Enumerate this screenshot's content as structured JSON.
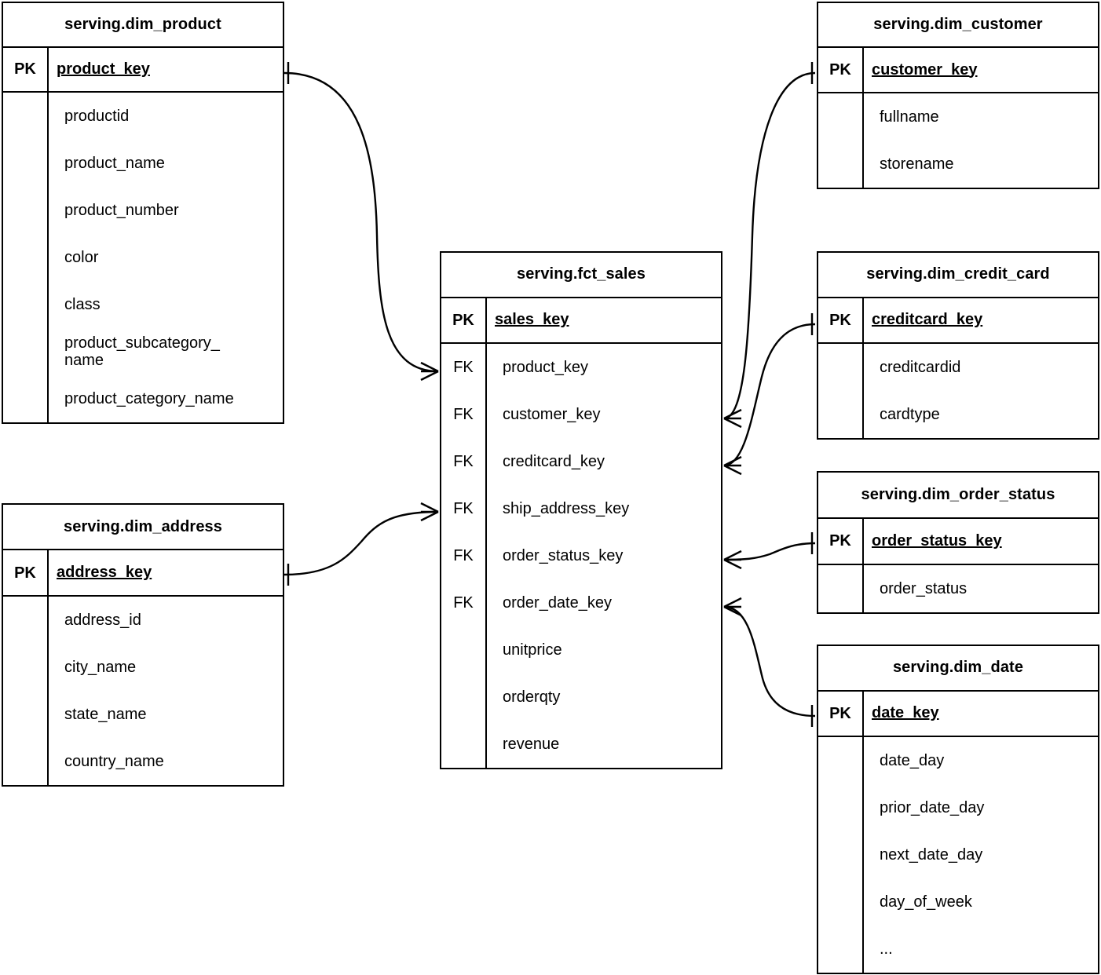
{
  "diagram": {
    "type": "entity-relationship-diagram",
    "notation": "crows-foot",
    "line_color": "#000000",
    "background_color": "#ffffff",
    "text_color": "#000000"
  },
  "entities": [
    {
      "id": "dim_product",
      "title": "serving.dim_product",
      "pk_tag": "PK",
      "pk_field": "product_key",
      "fields": [
        "productid",
        "product_name",
        "product_number",
        "color",
        "class",
        "product_subcategory_\nname",
        "product_category_name"
      ]
    },
    {
      "id": "dim_address",
      "title": "serving.dim_address",
      "pk_tag": "PK",
      "pk_field": "address_key",
      "fields": [
        "address_id",
        "city_name",
        "state_name",
        "country_name"
      ]
    },
    {
      "id": "fct_sales",
      "title": "serving.fct_sales",
      "pk_tag": "PK",
      "pk_field": "sales_key",
      "fk_tag": "FK",
      "fields": [
        "product_key",
        "customer_key",
        "creditcard_key",
        "ship_address_key",
        "order_status_key",
        "order_date_key",
        "unitprice",
        "orderqty",
        "revenue"
      ],
      "fk_count": 6
    },
    {
      "id": "dim_customer",
      "title": "serving.dim_customer",
      "pk_tag": "PK",
      "pk_field": "customer_key",
      "fields": [
        "fullname",
        "storename"
      ]
    },
    {
      "id": "dim_credit_card",
      "title": "serving.dim_credit_card",
      "pk_tag": "PK",
      "pk_field": "creditcard_key",
      "fields": [
        "creditcardid",
        "cardtype"
      ]
    },
    {
      "id": "dim_order_status",
      "title": "serving.dim_order_status",
      "pk_tag": "PK",
      "pk_field": "order_status_key",
      "fields": [
        "order_status"
      ]
    },
    {
      "id": "dim_date",
      "title": "serving.dim_date",
      "pk_tag": "PK",
      "pk_field": "date_key",
      "fields": [
        "date_day",
        "prior_date_day",
        "next_date_day",
        "day_of_week",
        "..."
      ]
    }
  ],
  "relationships": [
    {
      "id": "rel-product-sales",
      "from_entity": "dim_product",
      "from_field": "product_key",
      "from_cardinality": "one",
      "to_entity": "fct_sales",
      "to_field": "product_key",
      "to_cardinality": "many"
    },
    {
      "id": "rel-address-sales",
      "from_entity": "dim_address",
      "from_field": "address_key",
      "from_cardinality": "one",
      "to_entity": "fct_sales",
      "to_field": "ship_address_key",
      "to_cardinality": "many"
    },
    {
      "id": "rel-customer-sales",
      "from_entity": "dim_customer",
      "from_field": "customer_key",
      "from_cardinality": "one",
      "to_entity": "fct_sales",
      "to_field": "customer_key",
      "to_cardinality": "many"
    },
    {
      "id": "rel-creditcard-sales",
      "from_entity": "dim_credit_card",
      "from_field": "creditcard_key",
      "from_cardinality": "one",
      "to_entity": "fct_sales",
      "to_field": "creditcard_key",
      "to_cardinality": "many"
    },
    {
      "id": "rel-orderstatus-sales",
      "from_entity": "dim_order_status",
      "from_field": "order_status_key",
      "from_cardinality": "one",
      "to_entity": "fct_sales",
      "to_field": "order_status_key",
      "to_cardinality": "many"
    },
    {
      "id": "rel-date-sales",
      "from_entity": "dim_date",
      "from_field": "date_key",
      "from_cardinality": "one",
      "to_entity": "fct_sales",
      "to_field": "order_date_key",
      "to_cardinality": "many"
    }
  ]
}
